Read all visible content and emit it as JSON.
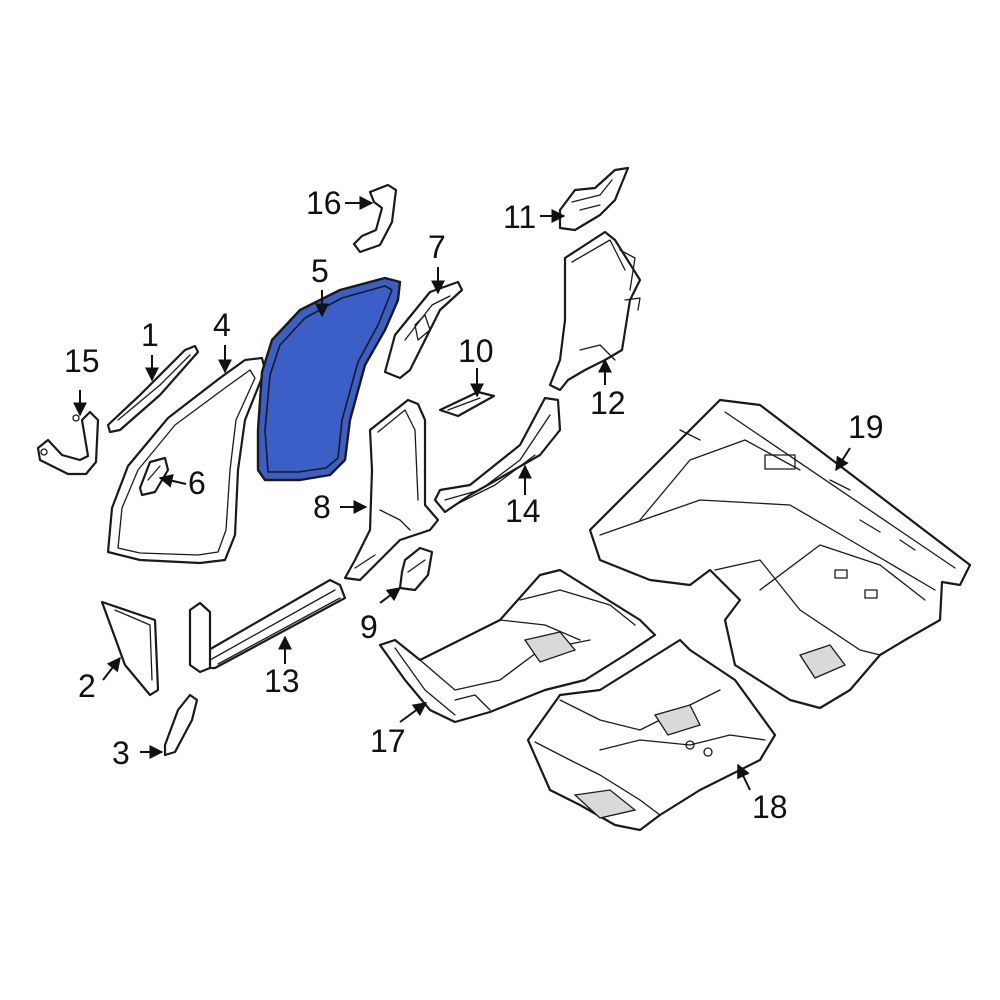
{
  "highlight_color": "#3b5fc6",
  "highlighted_part": "5",
  "callouts": [
    {
      "id": "c1",
      "label": "1"
    },
    {
      "id": "c2",
      "label": "2"
    },
    {
      "id": "c3",
      "label": "3"
    },
    {
      "id": "c4",
      "label": "4"
    },
    {
      "id": "c5",
      "label": "5"
    },
    {
      "id": "c6",
      "label": "6"
    },
    {
      "id": "c7",
      "label": "7"
    },
    {
      "id": "c8",
      "label": "8"
    },
    {
      "id": "c9",
      "label": "9"
    },
    {
      "id": "c10",
      "label": "10"
    },
    {
      "id": "c11",
      "label": "11"
    },
    {
      "id": "c12",
      "label": "12"
    },
    {
      "id": "c13",
      "label": "13"
    },
    {
      "id": "c14",
      "label": "14"
    },
    {
      "id": "c15",
      "label": "15"
    },
    {
      "id": "c16",
      "label": "16"
    },
    {
      "id": "c17",
      "label": "17"
    },
    {
      "id": "c18",
      "label": "18"
    },
    {
      "id": "c19",
      "label": "19"
    }
  ]
}
